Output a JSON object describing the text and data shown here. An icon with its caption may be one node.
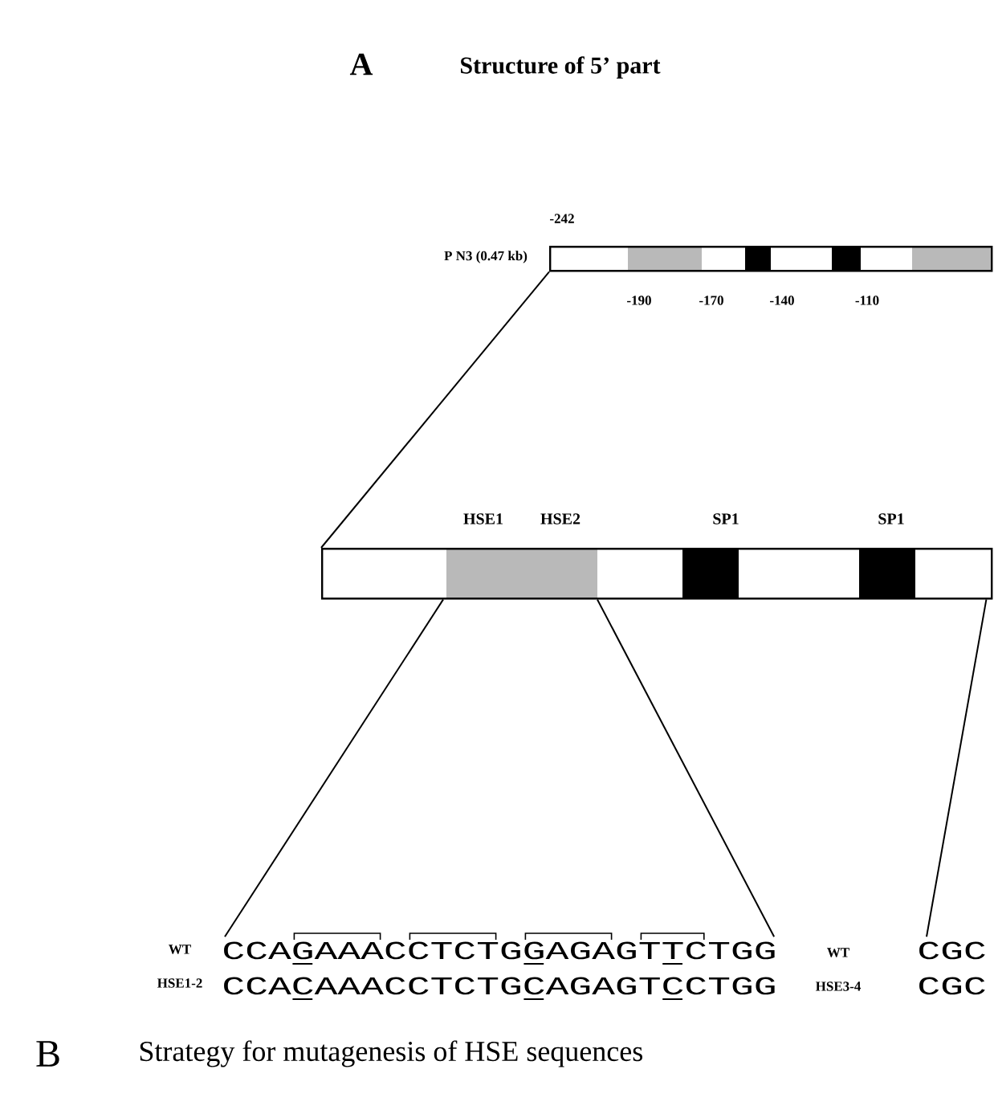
{
  "diagram": {
    "title": "Structure of 5’ part",
    "nodes": [
      {
        "text": [],
        "shape": "bar",
        "beside": [
          "P N3 (0.47 kb)"
        ]
      },
      {
        "text": [],
        "shape": "bar"
      },
      {
        "text": [
          "CCAGAAACCTCTGGAGAGTTCTGG",
          "CCACAAACCTCTGCAGAGTCCTGG"
        ]
      },
      {
        "text": [
          "CGC",
          "CGC"
        ]
      }
    ],
    "edges": [
      {
        "from": 0,
        "to": 1,
        "arrow": "none"
      },
      {
        "from": 1,
        "to": 2,
        "arrow": "none"
      },
      {
        "from": 1,
        "to": 2,
        "arrow": "none"
      },
      {
        "from": 1,
        "to": 3,
        "arrow": "none"
      }
    ],
    "labels": [
      "A",
      "-242",
      "-190",
      "-170",
      "-140",
      "-110",
      "HSE1",
      "HSE2",
      "SP1",
      "SP1",
      "WT",
      "HSE1-2",
      "WT",
      "HSE3-4",
      "B",
      "Strategy for mutagenesis of HSE sequences"
    ]
  }
}
